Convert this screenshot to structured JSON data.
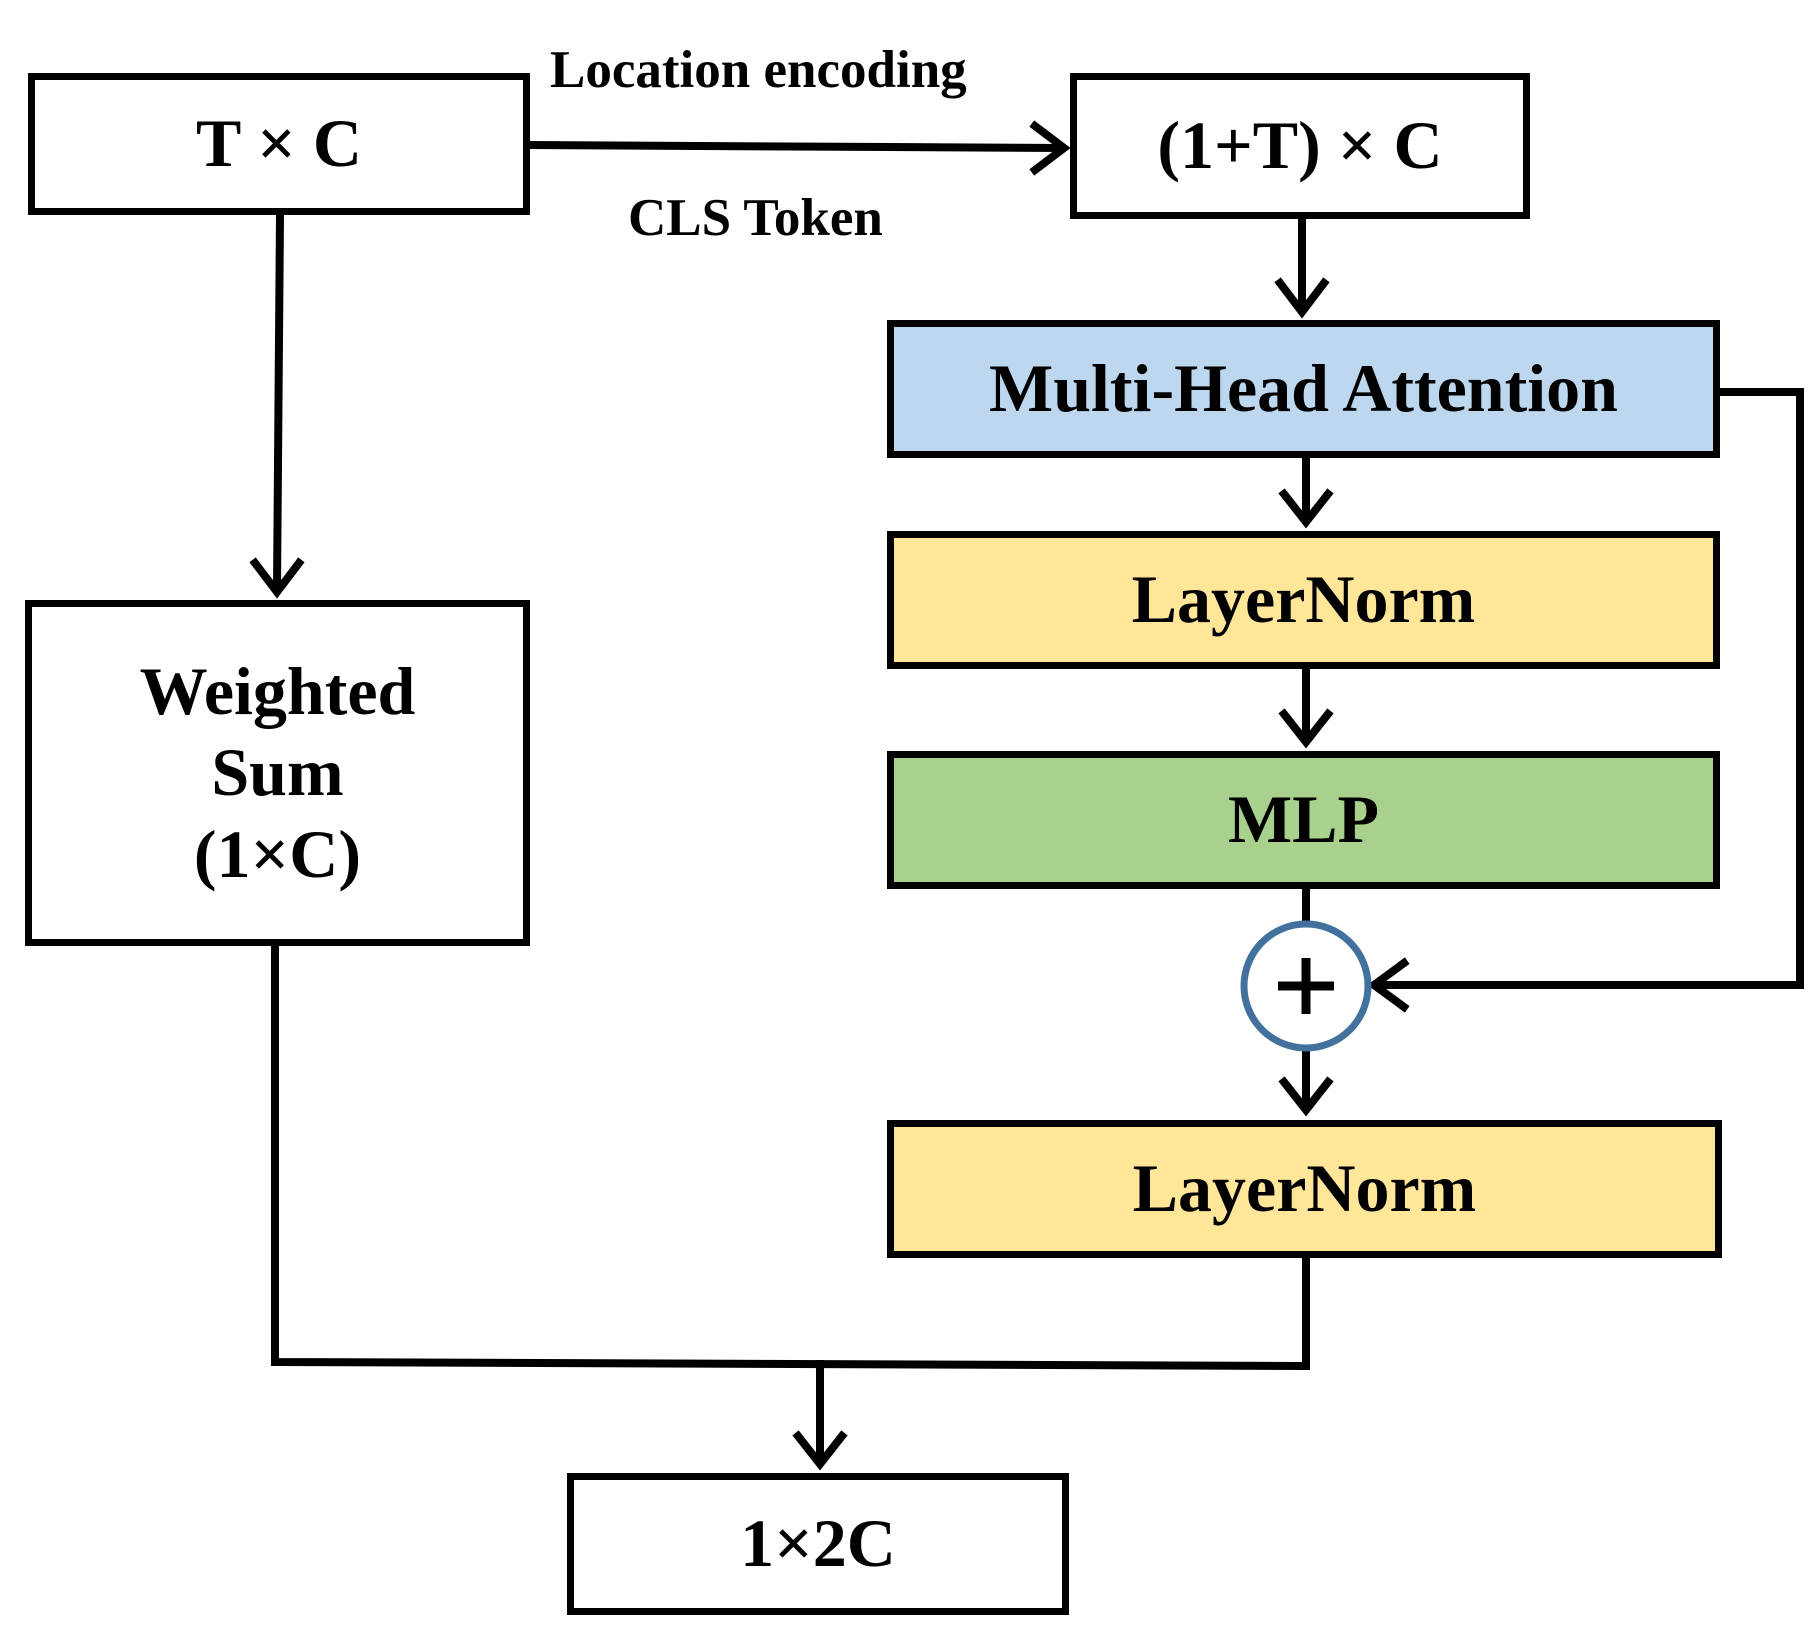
{
  "nodes": {
    "input": "T × C",
    "cls_sequence": "(1+T) × C",
    "mha": "Multi-Head Attention",
    "layernorm_1": "LayerNorm",
    "mlp": "MLP",
    "layernorm_2": "LayerNorm",
    "weighted_sum": "Weighted\nSum\n(1×C)",
    "output": "1×2C"
  },
  "edge_labels": {
    "location_encoding": "Location encoding",
    "cls_token": "CLS Token"
  },
  "colors": {
    "mha_fill": "#bdd7ee",
    "layernorm_fill": "#ffe699",
    "mlp_fill": "#a9d18e",
    "add_circle_stroke": "#41719c",
    "line": "#000000"
  },
  "icons": {
    "add_node": "plus-circle-icon"
  }
}
